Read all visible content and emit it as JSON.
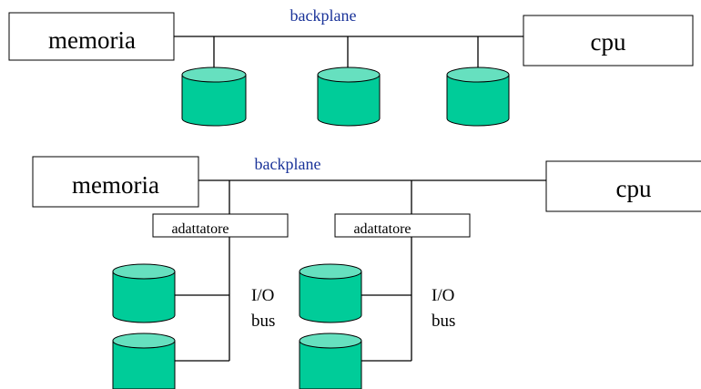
{
  "diagram_top": {
    "memory_label": "memoria",
    "cpu_label": "cpu",
    "bus_label": "backplane"
  },
  "diagram_bottom": {
    "memory_label": "memoria",
    "cpu_label": "cpu",
    "bus_label": "backplane",
    "adapters": [
      {
        "label": "adattatore",
        "io_label_line1": "I/O",
        "io_label_line2": "bus"
      },
      {
        "label": "adattatore",
        "io_label_line1": "I/O",
        "io_label_line2": "bus"
      }
    ]
  },
  "colors": {
    "disk_body": "#00cc99",
    "disk_top": "#66e0bf",
    "bus_label": "#1a3399",
    "line": "#000000"
  }
}
